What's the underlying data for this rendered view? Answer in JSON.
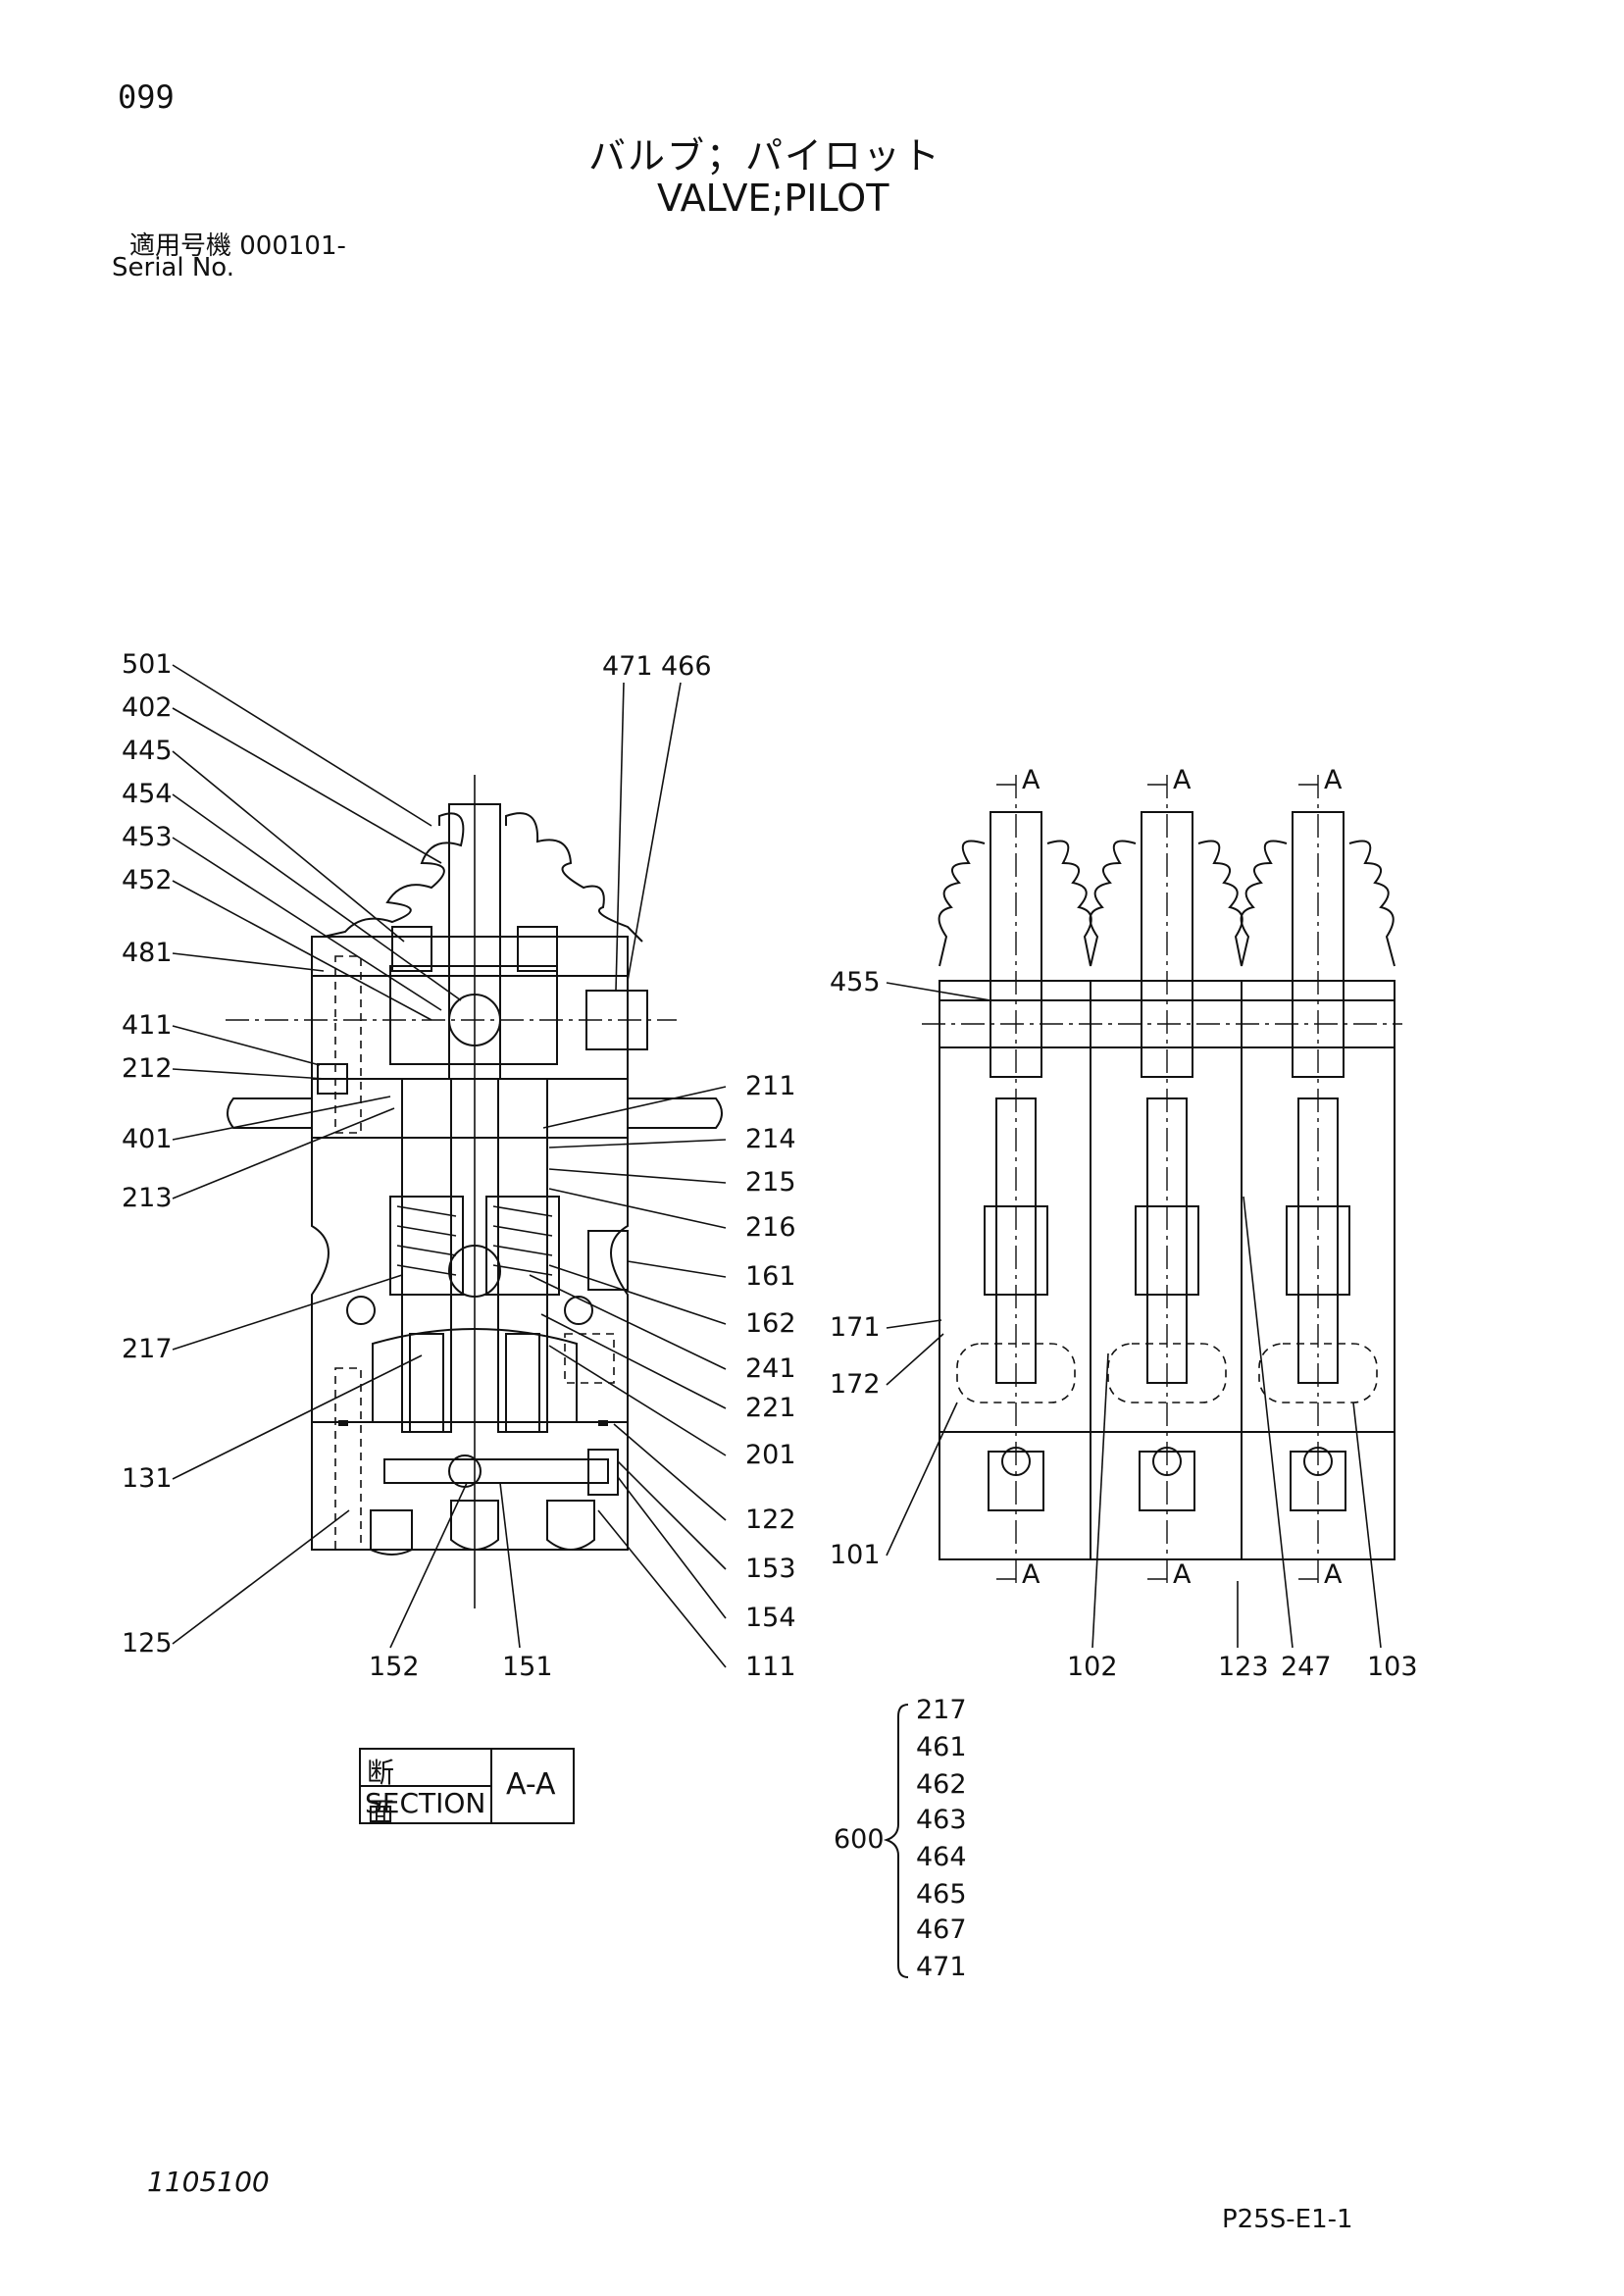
{
  "header": {
    "page_no": "099",
    "title_jp": "バルブ；パイロット",
    "title_en": "VALVE;PILOT",
    "serial_jp": "適用号機  000101-",
    "serial_en": "Serial No."
  },
  "left_view_labels": [
    "501",
    "402",
    "445",
    "454",
    "453",
    "452",
    "481",
    "411",
    "212",
    "401",
    "213",
    "217",
    "131",
    "125",
    "471",
    "466",
    "211",
    "214",
    "215",
    "216",
    "161",
    "162",
    "241",
    "221",
    "201",
    "122",
    "153",
    "154",
    "111",
    "152",
    "151"
  ],
  "right_view_labels": [
    "455",
    "171",
    "172",
    "101",
    "102",
    "123",
    "247",
    "103"
  ],
  "section_marks": [
    "A",
    "A",
    "A",
    "A",
    "A",
    "A"
  ],
  "kit": {
    "parent": "600",
    "parts": [
      "217",
      "461",
      "462",
      "463",
      "464",
      "465",
      "467",
      "471"
    ]
  },
  "section_box": {
    "jp": "断面",
    "en": "SECTION",
    "name": "A-A"
  },
  "footer": {
    "doc_id": "1105100",
    "drawing_id": "P25S-E1-1"
  }
}
